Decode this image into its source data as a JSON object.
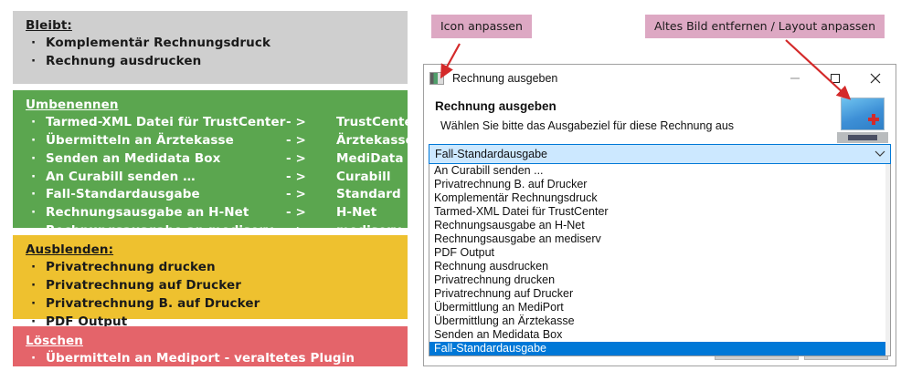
{
  "notes": {
    "bleibt": {
      "title": "Bleibt:",
      "color": "#cfcfcf",
      "items": [
        "Komplementär Rechnungsdruck",
        "Rechnung ausdrucken"
      ]
    },
    "umbenennen": {
      "title": "Umbenennen",
      "color": "#5ba64f",
      "arrow": "- >",
      "items": [
        {
          "label": "Tarmed-XML Datei für TrustCenter",
          "target": "TrustCenter"
        },
        {
          "label": "Übermitteln an Ärztekasse",
          "target": "Ärztekasse"
        },
        {
          "label": "Senden an Medidata Box",
          "target": "MediData"
        },
        {
          "label": "An Curabill senden …",
          "target": "Curabill"
        },
        {
          "label": "Fall-Standardausgabe",
          "target": "Standard"
        },
        {
          "label": "Rechnungsausgabe an H-Net",
          "target": "H-Net"
        },
        {
          "label": "Rechnungsausgabe an mediserv",
          "target": "mediserv"
        }
      ]
    },
    "ausblenden": {
      "title": "Ausblenden:",
      "color": "#eec12f",
      "items": [
        "Privatrechnung drucken",
        "Privatrechnung auf Drucker",
        "Privatrechnung B. auf Drucker",
        "PDF Output"
      ]
    },
    "loeschen": {
      "title": "Löschen",
      "color": "#e4646a",
      "items": [
        "Übermitteln an Mediport - veraltetes Plugin"
      ]
    },
    "bullet": "·"
  },
  "callouts": {
    "icon": "Icon anpassen",
    "layout": "Altes Bild entfernen / Layout anpassen",
    "color": "#dda8c3",
    "arrow_color": "#d42a2a"
  },
  "dialog": {
    "titlebar_text": "Rechnung ausgeben",
    "heading": "Rechnung ausgeben",
    "subtext": "Wählen Sie bitte das Ausgabeziel für diese Rechnung aus",
    "combo": {
      "value": "Fall-Standardausgabe",
      "options": [
        "An Curabill senden ...",
        "Privatrechnung B. auf Drucker",
        "Komplementär Rechnungsdruck",
        "Tarmed-XML Datei für TrustCenter",
        "Rechnungsausgabe an H-Net",
        "Rechnungsausgabe an mediserv",
        "PDF Output",
        "Rechnung ausdrucken",
        "Privatrechnung drucken",
        "Privatrechnung auf Drucker",
        "Übermittlung an MediPort",
        "Übermittlung an Ärztekasse",
        "Senden an Medidata Box",
        "Fall-Standardausgabe"
      ],
      "selected_index": 13
    },
    "selection_color": "#0078d7"
  }
}
